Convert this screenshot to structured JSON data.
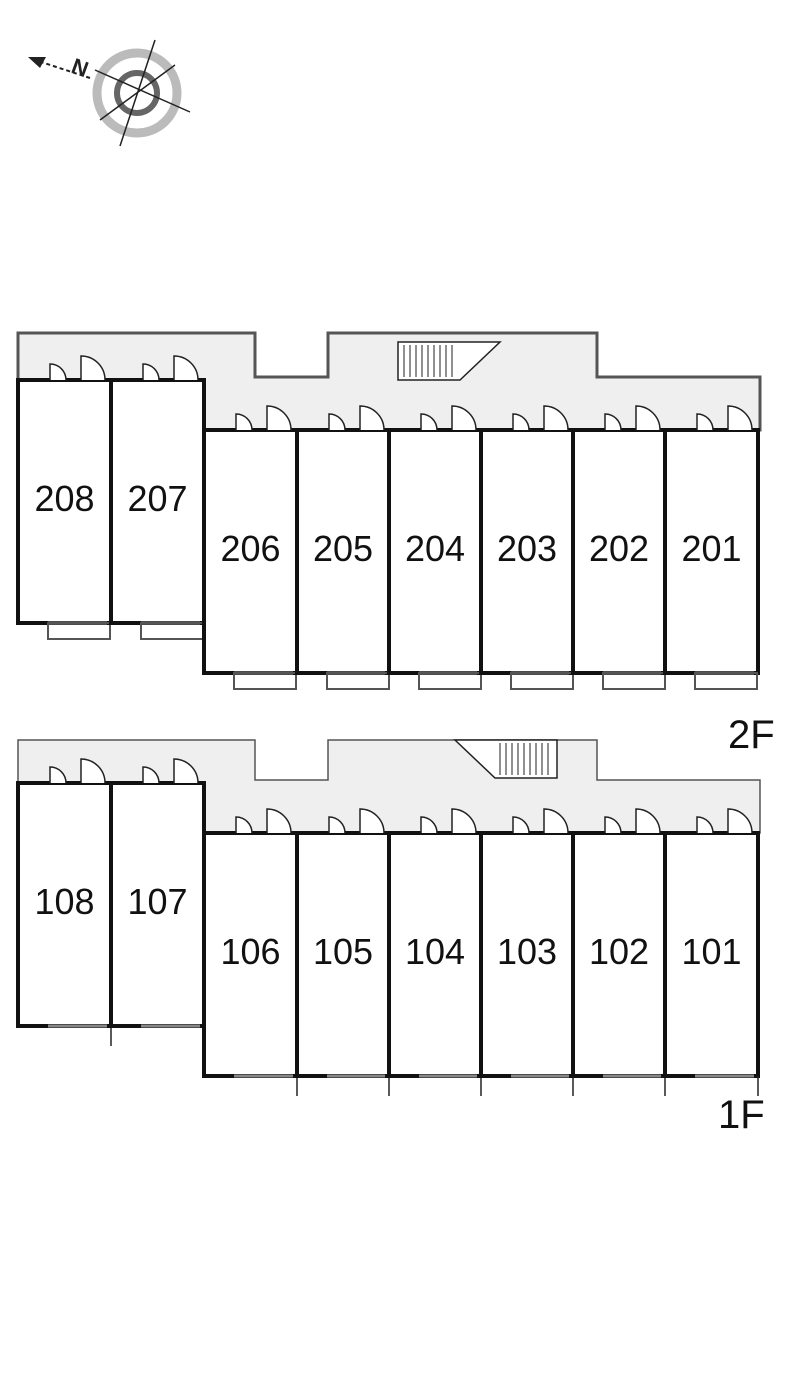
{
  "compass": {
    "label": "N",
    "icon": "north-arrow-compass-icon"
  },
  "floors": [
    {
      "label": "2F",
      "units_left": [
        "208",
        "207"
      ],
      "units_right": [
        "206",
        "205",
        "204",
        "203",
        "202",
        "201"
      ],
      "has_balconies": true
    },
    {
      "label": "1F",
      "units_left": [
        "108",
        "107"
      ],
      "units_right": [
        "106",
        "105",
        "104",
        "103",
        "102",
        "101"
      ],
      "has_balconies": false
    }
  ],
  "colors": {
    "corridor": "#efefef",
    "wall": "#111111",
    "line": "#555555"
  }
}
